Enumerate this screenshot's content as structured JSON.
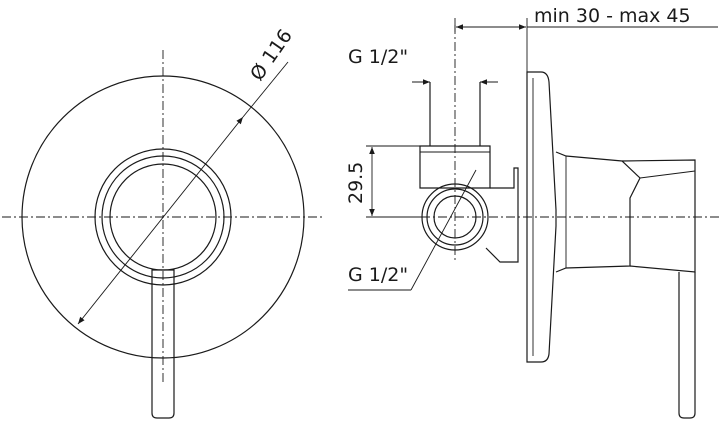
{
  "dimensions": {
    "diameter": "Ø 116",
    "inlet_top": "G 1/2\"",
    "inlet_bottom": "G 1/2\"",
    "offset": "29.5",
    "wall_range": "min 30 - max 45"
  },
  "colors": {
    "line": "#1a1a1a",
    "background": "#ffffff"
  }
}
